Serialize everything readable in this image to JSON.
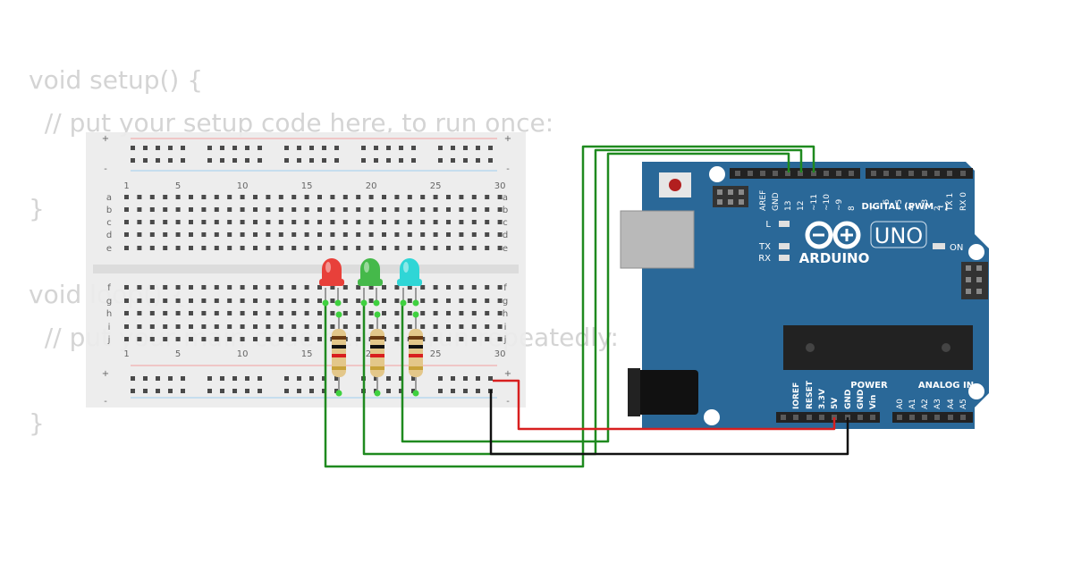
{
  "code_lines": [
    "void setup() {",
    "  // put your setup code here, to run once:",
    "",
    "}",
    "",
    "void loop() {",
    "  // put your main code here, to run repeatedly:",
    "",
    "}"
  ],
  "breadboard": {
    "column_numbers": [
      "1",
      "5",
      "10",
      "15",
      "20",
      "25",
      "30"
    ],
    "rows_top": [
      "a",
      "b",
      "c",
      "d",
      "e"
    ],
    "rows_bottom": [
      "f",
      "g",
      "h",
      "i",
      "j"
    ],
    "rail_plus": "+",
    "rail_minus": "-"
  },
  "leds": [
    {
      "color_name": "red",
      "color": "#e8403a"
    },
    {
      "color_name": "green",
      "color": "#45b94a"
    },
    {
      "color_name": "cyan",
      "color": "#2fd6d6"
    }
  ],
  "arduino": {
    "brand": "ARDUINO",
    "model": "UNO",
    "digital_header": "DIGITAL (PWM ~)",
    "power_header": "POWER",
    "analog_header": "ANALOG IN",
    "on_label": "ON",
    "l_label": "L",
    "tx_label": "TX",
    "rx_label": "RX",
    "digital_pins": [
      "AREF",
      "GND",
      "13",
      "12",
      "~11",
      "~10",
      "~9",
      "8",
      "7",
      "~6",
      "~5",
      "4",
      "~3",
      "2",
      "TX 1",
      "RX 0"
    ],
    "power_pins": [
      "IOREF",
      "RESET",
      "3.3V",
      "5V",
      "GND",
      "GND",
      "Vin"
    ],
    "analog_pins": [
      "A0",
      "A1",
      "A2",
      "A3",
      "A4",
      "A5"
    ],
    "board_color": "#2a6898"
  },
  "wire_colors": {
    "signal": "#1f8a1f",
    "power": "#d81f1f",
    "ground": "#111111"
  }
}
